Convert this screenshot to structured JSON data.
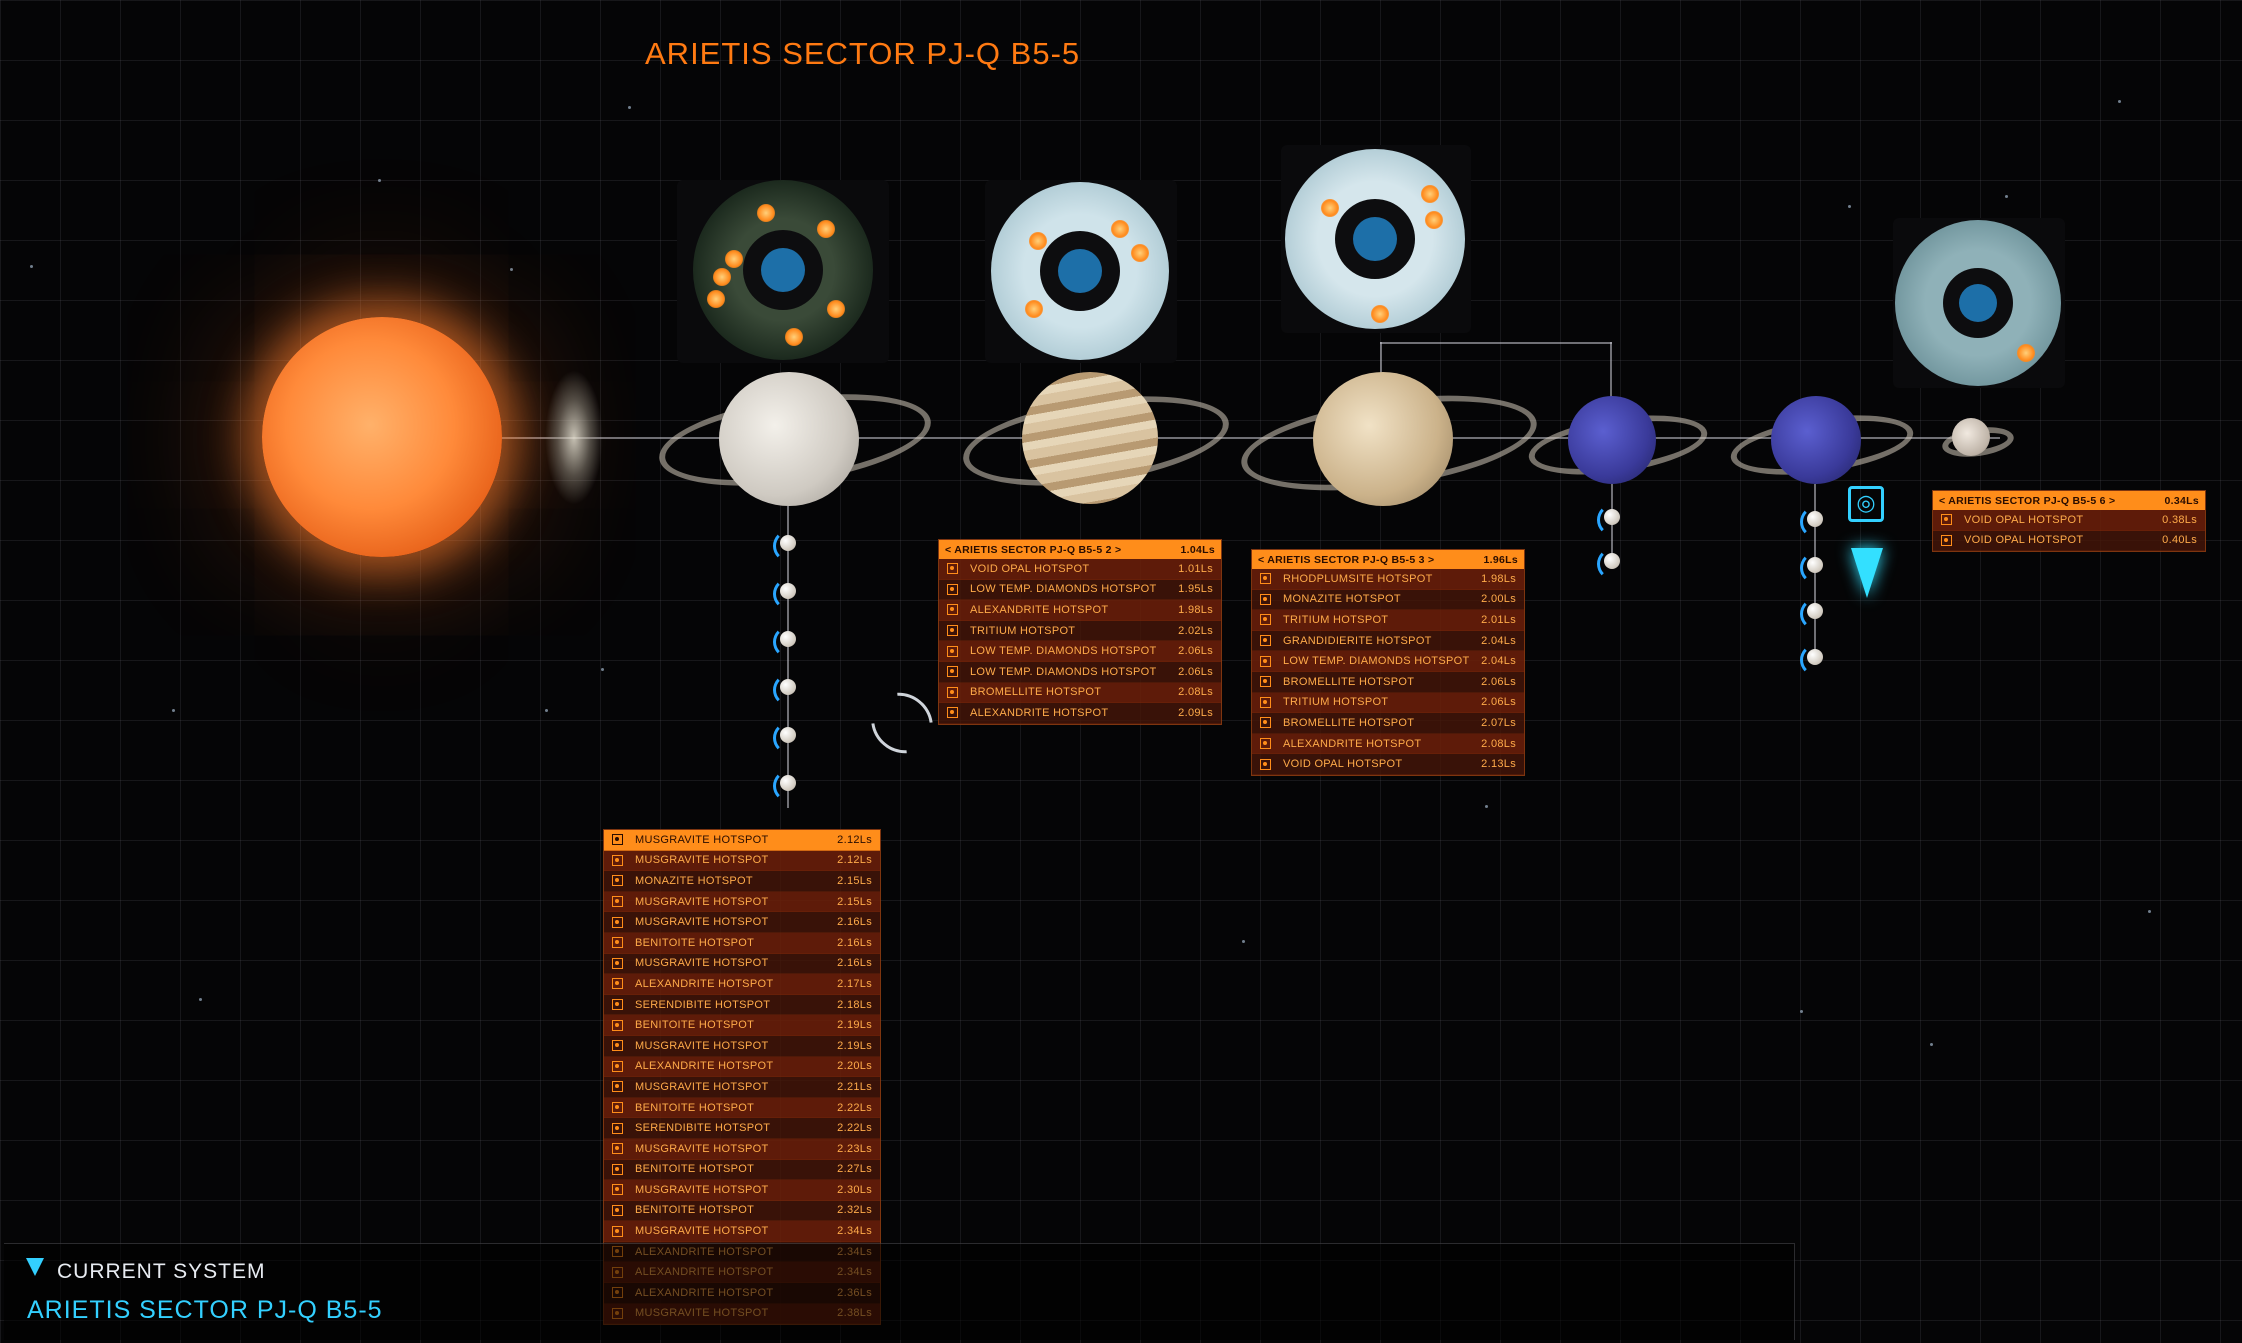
{
  "system": {
    "title": "ARIETIS SECTOR PJ-Q B5-5"
  },
  "colors": {
    "accent": "#ff8d1a",
    "cyan": "#33d0ff",
    "panel_bg": "#461608"
  },
  "icons": [
    "hotspot-icon",
    "body-icon",
    "current-system-icon",
    "ship-marker-icon",
    "globe-icon",
    "reticle-icon"
  ],
  "panels": {
    "body1": {
      "rows": [
        {
          "name": "MUSGRAVITE HOTSPOT",
          "value": "2.12Ls",
          "selected": true
        },
        {
          "name": "MUSGRAVITE HOTSPOT",
          "value": "2.12Ls"
        },
        {
          "name": "MONAZITE HOTSPOT",
          "value": "2.15Ls"
        },
        {
          "name": "MUSGRAVITE HOTSPOT",
          "value": "2.15Ls"
        },
        {
          "name": "MUSGRAVITE HOTSPOT",
          "value": "2.16Ls"
        },
        {
          "name": "BENITOITE HOTSPOT",
          "value": "2.16Ls"
        },
        {
          "name": "MUSGRAVITE HOTSPOT",
          "value": "2.16Ls"
        },
        {
          "name": "ALEXANDRITE HOTSPOT",
          "value": "2.17Ls"
        },
        {
          "name": "SERENDIBITE HOTSPOT",
          "value": "2.18Ls"
        },
        {
          "name": "BENITOITE HOTSPOT",
          "value": "2.19Ls"
        },
        {
          "name": "MUSGRAVITE HOTSPOT",
          "value": "2.19Ls"
        },
        {
          "name": "ALEXANDRITE HOTSPOT",
          "value": "2.20Ls"
        },
        {
          "name": "MUSGRAVITE HOTSPOT",
          "value": "2.21Ls"
        },
        {
          "name": "BENITOITE HOTSPOT",
          "value": "2.22Ls"
        },
        {
          "name": "SERENDIBITE HOTSPOT",
          "value": "2.22Ls"
        },
        {
          "name": "MUSGRAVITE HOTSPOT",
          "value": "2.23Ls"
        },
        {
          "name": "BENITOITE HOTSPOT",
          "value": "2.27Ls"
        },
        {
          "name": "MUSGRAVITE HOTSPOT",
          "value": "2.30Ls"
        },
        {
          "name": "BENITOITE HOTSPOT",
          "value": "2.32Ls"
        },
        {
          "name": "MUSGRAVITE HOTSPOT",
          "value": "2.34Ls"
        },
        {
          "name": "ALEXANDRITE HOTSPOT",
          "value": "2.34Ls"
        },
        {
          "name": "ALEXANDRITE HOTSPOT",
          "value": "2.34Ls"
        },
        {
          "name": "ALEXANDRITE HOTSPOT",
          "value": "2.36Ls"
        },
        {
          "name": "MUSGRAVITE HOTSPOT",
          "value": "2.38Ls"
        }
      ]
    },
    "body2": {
      "header": {
        "name": "< ARIETIS SECTOR PJ-Q B5-5 2 >",
        "value": "1.04Ls"
      },
      "rows": [
        {
          "name": "VOID OPAL HOTSPOT",
          "value": "1.01Ls"
        },
        {
          "name": "LOW TEMP. DIAMONDS HOTSPOT",
          "value": "1.95Ls"
        },
        {
          "name": "ALEXANDRITE HOTSPOT",
          "value": "1.98Ls"
        },
        {
          "name": "TRITIUM HOTSPOT",
          "value": "2.02Ls"
        },
        {
          "name": "LOW TEMP. DIAMONDS HOTSPOT",
          "value": "2.06Ls"
        },
        {
          "name": "LOW TEMP. DIAMONDS HOTSPOT",
          "value": "2.06Ls"
        },
        {
          "name": "BROMELLITE HOTSPOT",
          "value": "2.08Ls"
        },
        {
          "name": "ALEXANDRITE HOTSPOT",
          "value": "2.09Ls"
        }
      ]
    },
    "body3": {
      "header": {
        "name": "< ARIETIS SECTOR PJ-Q B5-5 3 >",
        "value": "1.96Ls"
      },
      "rows": [
        {
          "name": "RHODPLUMSITE HOTSPOT",
          "value": "1.98Ls"
        },
        {
          "name": "MONAZITE HOTSPOT",
          "value": "2.00Ls"
        },
        {
          "name": "TRITIUM HOTSPOT",
          "value": "2.01Ls"
        },
        {
          "name": "GRANDIDIERITE HOTSPOT",
          "value": "2.04Ls"
        },
        {
          "name": "LOW TEMP. DIAMONDS HOTSPOT",
          "value": "2.04Ls"
        },
        {
          "name": "BROMELLITE HOTSPOT",
          "value": "2.06Ls"
        },
        {
          "name": "TRITIUM HOTSPOT",
          "value": "2.06Ls"
        },
        {
          "name": "BROMELLITE HOTSPOT",
          "value": "2.07Ls"
        },
        {
          "name": "ALEXANDRITE HOTSPOT",
          "value": "2.08Ls"
        },
        {
          "name": "VOID OPAL HOTSPOT",
          "value": "2.13Ls"
        }
      ]
    },
    "body6": {
      "header": {
        "name": "< ARIETIS SECTOR PJ-Q B5-5 6 >",
        "value": "0.34Ls"
      },
      "rows": [
        {
          "name": "VOID OPAL HOTSPOT",
          "value": "0.38Ls"
        },
        {
          "name": "VOID OPAL HOTSPOT",
          "value": "0.40Ls"
        }
      ]
    }
  },
  "footer": {
    "label": "CURRENT SYSTEM",
    "system_name": "ARIETIS SECTOR PJ-Q B5-5"
  }
}
